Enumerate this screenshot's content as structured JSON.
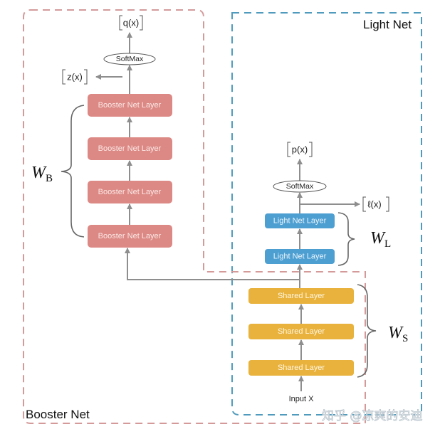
{
  "regions": {
    "booster_net": {
      "label": "Booster Net",
      "color": "#d49a9a"
    },
    "light_net": {
      "label": "Light Net",
      "color": "#4f9bbd"
    }
  },
  "booster": {
    "layers": [
      "Booster Net Layer",
      "Booster Net Layer",
      "Booster Net Layer",
      "Booster Net Layer"
    ],
    "fill": "#dc8884",
    "softmax": "SoftMax",
    "output": "q(x)",
    "logits": "z(x)",
    "weight": {
      "symbol": "W",
      "sub": "B"
    }
  },
  "light": {
    "layers": [
      "Light Net Layer",
      "Light Net Layer"
    ],
    "fill": "#4d9fd2",
    "softmax": "SoftMax",
    "output": "p(x)",
    "logits": "ℓ(x)",
    "weight": {
      "symbol": "W",
      "sub": "L"
    }
  },
  "shared": {
    "layers": [
      "Shared Layer",
      "Shared Layer",
      "Shared Layer"
    ],
    "fill": "#e8b23c",
    "weight": {
      "symbol": "W",
      "sub": "S"
    }
  },
  "input": "Input X",
  "watermark": "知乎 @凉爽的安迪"
}
